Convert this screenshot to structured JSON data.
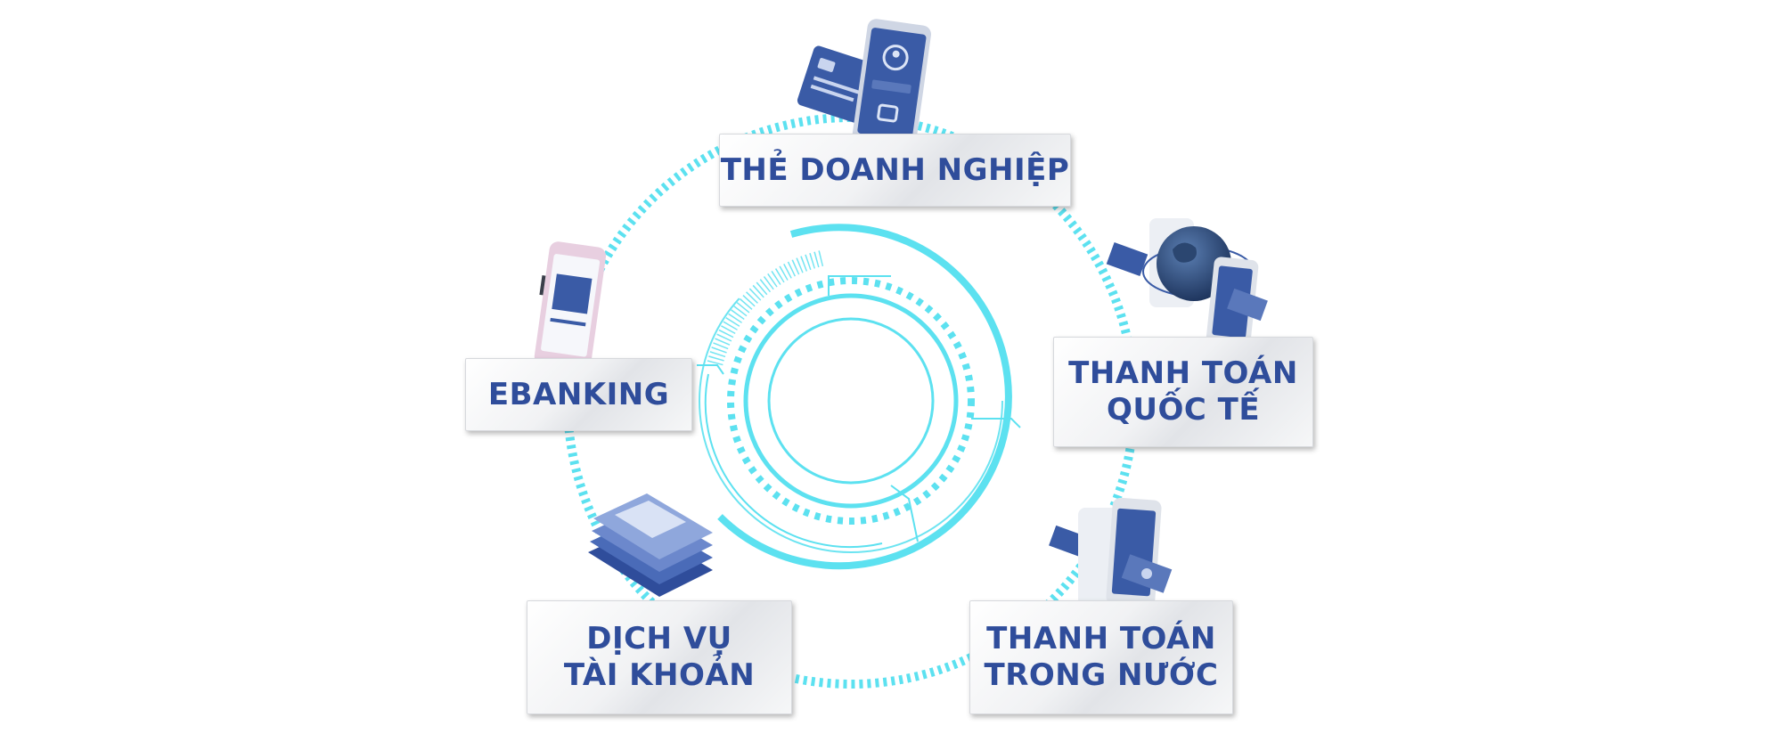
{
  "colors": {
    "ring": "#5ce1f0",
    "text": "#2f4d9b",
    "device_blue": "#3a5ba6",
    "device_pink": "#e8cfe0"
  },
  "services": {
    "the_doanh_nghiep": {
      "lines": [
        "THẺ DOANH NGHIỆP"
      ],
      "icon": "card-phone-icon"
    },
    "ebanking": {
      "lines": [
        "EBANKING"
      ],
      "icon": "smartphone-icon"
    },
    "thanh_toan_quoc_te": {
      "lines": [
        "THANH TOÁN",
        "QUỐC TẾ"
      ],
      "icon": "globe-phone-icon"
    },
    "dich_vu_tai_khoan": {
      "lines": [
        "DỊCH VỤ",
        "TÀI KHOẢN"
      ],
      "icon": "tablet-layers-icon"
    },
    "thanh_toan_trong_nuoc": {
      "lines": [
        "THANH TOÁN",
        "TRONG NƯỚC"
      ],
      "icon": "phone-money-icon"
    }
  }
}
